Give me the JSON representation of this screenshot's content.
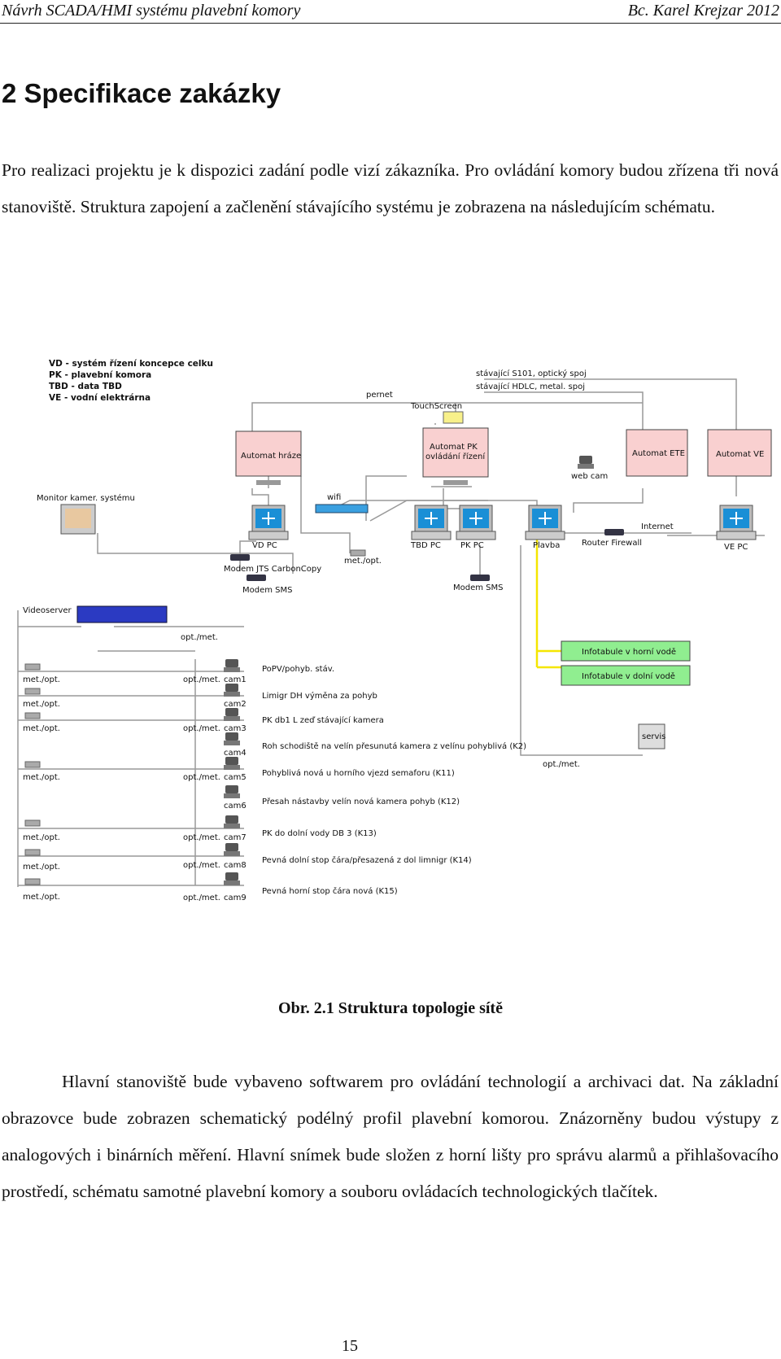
{
  "header": {
    "left": "Návrh SCADA/HMI systému plavební komory",
    "right": "Bc. Karel Krejzar  2012"
  },
  "chapter": {
    "title": "2 Specifikace zakázky"
  },
  "intro_paragraph": "Pro realizaci projektu je k dispozici zadání podle vizí zákazníka. Pro ovládání komory budou zřízena tři nová stanoviště. Struktura zapojení a začlenění stávajícího systému je zobrazena na následujícím schématu.",
  "diagram": {
    "legend": [
      "VD - systém řízení koncepce celku",
      "PK - plavební komora",
      "TBD - data TBD",
      "VE - vodní elektrárna"
    ],
    "line_legend": [
      "stávající S101, optický spoj",
      "stávající HDLC, metal. spoj"
    ],
    "pernet": "pernet",
    "touchscreen": "TouchScreen",
    "automats": {
      "hraze": "Automat hráze",
      "pk_line1": "Automat PK",
      "pk_line2": "ovládání řízení",
      "ete": "Automat ETE",
      "ve": "Automat VE"
    },
    "web_cam": "web cam",
    "monitor": "Monitor kamer. systému",
    "wifi": "wifi",
    "internet": "Internet",
    "router": "Router Firewall",
    "pcs": {
      "vd": "VD PC",
      "tbd": "TBD PC",
      "pk": "PK PC",
      "plavba": "Plavba",
      "ve": "VE PC"
    },
    "modem_jts": "Modem JTS CarbonCopy",
    "modem_sms_1": "Modem SMS",
    "modem_sms_2": "Modem SMS",
    "met_opt_top": "met./opt.",
    "videoserver": "Videoserver",
    "opt_met_top": "opt./met.",
    "infotabule": [
      "Infotabule v horní vodě",
      "Infotabule v dolní vodě"
    ],
    "servis": "servis",
    "opt_met_servis": "opt./met.",
    "left_converters": [
      "met./opt.",
      "met./opt.",
      "met./opt.",
      "met./opt.",
      "met./opt.",
      "met./opt.",
      "met./opt."
    ],
    "cameras": [
      {
        "conv": "opt./met.",
        "cam": "cam1"
      },
      {
        "conv": "",
        "cam": "cam2"
      },
      {
        "conv": "opt./met.",
        "cam": "cam3"
      },
      {
        "conv": "",
        "cam": "cam4"
      },
      {
        "conv": "opt./met.",
        "cam": "cam5"
      },
      {
        "conv": "",
        "cam": "cam6"
      },
      {
        "conv": "opt./met.",
        "cam": "cam7"
      },
      {
        "conv": "opt./met.",
        "cam": "cam8"
      },
      {
        "conv": "opt./met.",
        "cam": "cam9"
      }
    ],
    "camera_descriptions": [
      "PoPV/pohyb. stáv.",
      "Limigr DH výměna za pohyb",
      "PK db1 L zeď stávající kamera",
      "Roh schodiště na velín přesunutá kamera z velínu pohyblivá (K2)",
      "Pohyblivá nová u horního vjezd semaforu (K11)",
      "Přesah nástavby velín nová kamera pohyb (K12)",
      "PK do dolní vody DB 3 (K13)",
      "Pevná dolní stop čára/přesazená z dol limnigr (K14)",
      "Pevná horní stop čára nová (K15)"
    ]
  },
  "caption": "Obr. 2.1 Struktura topologie sítě",
  "main_paragraph": "Hlavní stanoviště bude vybaveno softwarem pro ovládání technologií a archivaci dat. Na základní obrazovce bude zobrazen schematický podélný profil plavební komorou. Znázorněny budou výstupy z analogových i binárních měření. Hlavní snímek bude složen z horní lišty pro správu alarmů a přihlašovacího prostředí, schématu samotné plavební komory a souboru ovládacích technologických tlačítek.",
  "page_number": "15",
  "colors": {
    "automat_box": "#f9d0d0",
    "infotabule_box": "#90ee90",
    "yellow_line": "#f5e600",
    "pc_screen": "#1a8fd6"
  }
}
